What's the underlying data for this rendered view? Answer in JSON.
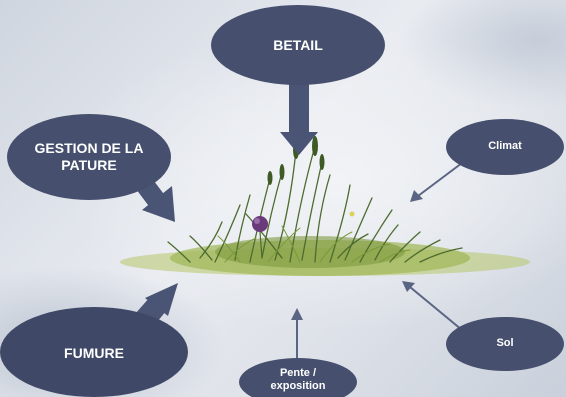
{
  "colors": {
    "node_fill": "#46506e",
    "node_fill_dark": "#3a4462",
    "arrow_large": "#4a5475",
    "arrow_thin": "#5a6583",
    "grass_light": "#a8c05a",
    "grass_dark": "#4a6a2c",
    "flower": "#6a3a7a"
  },
  "nodes": {
    "betail": "BETAIL",
    "gestion": "GESTION DE LA PATURE",
    "fumure": "FUMURE",
    "climat": "Climat",
    "sol": "Sol",
    "pente": "Pente / exposition"
  },
  "center_image": "grassland-illustration"
}
